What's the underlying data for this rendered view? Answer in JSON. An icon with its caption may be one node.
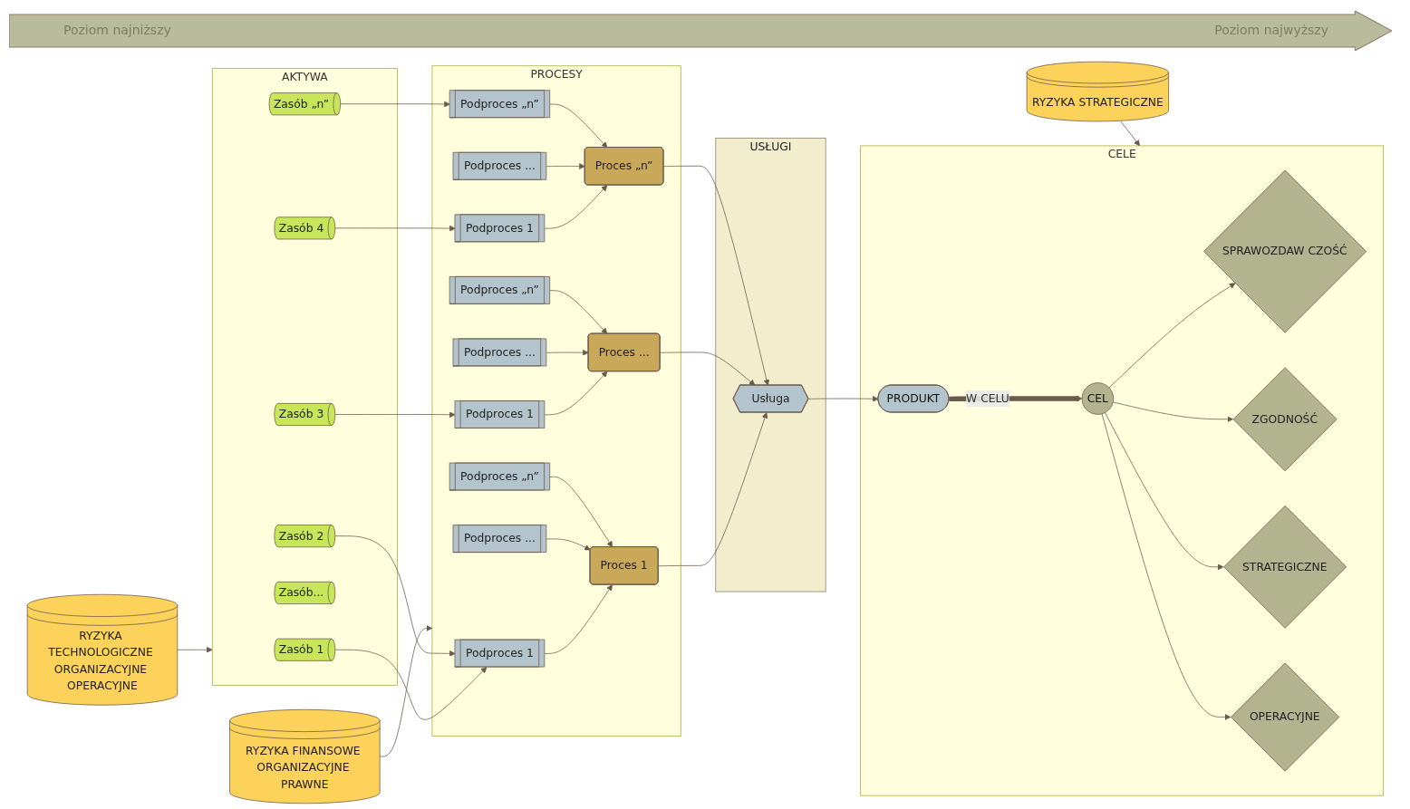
{
  "diagram": {
    "nodes": [
      {
        "text": [
          "AKTYWA"
        ]
      },
      {
        "text": [
          "Zasób 1"
        ],
        "in": 0
      },
      {
        "text": [
          "Zasób 2"
        ],
        "in": 0
      },
      {
        "text": [
          "Zasób 3"
        ],
        "in": 0
      },
      {
        "text": [
          "Zasób 4"
        ],
        "in": 0
      },
      {
        "text": [
          "Zasób..."
        ],
        "in": 0
      },
      {
        "text": [
          "Zasób „n”"
        ],
        "in": 0
      },
      {
        "text": [
          "PROCESY"
        ]
      },
      {
        "text": [
          "Podproces 1"
        ],
        "in": 7
      },
      {
        "text": [
          "Podproces ..."
        ],
        "in": 7
      },
      {
        "text": [
          "Podproces „n”"
        ],
        "in": 7
      },
      {
        "text": [
          "Proces 1"
        ],
        "in": 7
      },
      {
        "text": [
          "Podproces 1"
        ],
        "in": 7
      },
      {
        "text": [
          "Podproces ..."
        ],
        "in": 7
      },
      {
        "text": [
          "Podproces „n”"
        ],
        "in": 7
      },
      {
        "text": [
          "Proces ..."
        ],
        "in": 7
      },
      {
        "text": [
          "Podproces 1"
        ],
        "in": 7
      },
      {
        "text": [
          "Podproces ..."
        ],
        "in": 7
      },
      {
        "text": [
          "Podproces „n”"
        ],
        "in": 7
      },
      {
        "text": [
          "Proces „n”"
        ],
        "in": 7
      },
      {
        "text": [
          "USŁUGI"
        ]
      },
      {
        "text": [
          "Usługa"
        ],
        "in": 20
      },
      {
        "text": [
          "CELE"
        ]
      },
      {
        "text": [
          "SPRAWOZDAW CZOŚĆ"
        ],
        "in": 22
      },
      {
        "text": [
          "ZGODNOŚĆ"
        ],
        "in": 22
      },
      {
        "text": [
          "PRODUKT"
        ],
        "in": 22
      },
      {
        "text": [
          "CEL"
        ],
        "in": 22
      },
      {
        "text": [
          "STRATEGICZNE"
        ],
        "in": 22
      },
      {
        "text": [
          "OPERACYJNE"
        ],
        "in": 22
      },
      {
        "text": [
          "RYZYKA TECHNOLOGICZNE ORGANIZACYJNE OPERACYJNE"
        ]
      },
      {
        "text": [
          "RYZYKA FINANSOWE ORGANIZACYJNE PRAWNE"
        ]
      },
      {
        "text": [
          "RYZYKA STRATEGICZNE"
        ]
      }
    ],
    "edges": [
      {
        "from": 1,
        "to": 8,
        "arrow": "to"
      },
      {
        "from": 2,
        "to": 8,
        "arrow": "to"
      },
      {
        "from": 3,
        "to": 12,
        "arrow": "to"
      },
      {
        "from": 4,
        "to": 16,
        "arrow": "to"
      },
      {
        "from": 6,
        "to": 18,
        "arrow": "to"
      },
      {
        "from": 8,
        "to": 11,
        "arrow": "to"
      },
      {
        "from": 9,
        "to": 11,
        "arrow": "to"
      },
      {
        "from": 10,
        "to": 11,
        "arrow": "to"
      },
      {
        "from": 12,
        "to": 15,
        "arrow": "to"
      },
      {
        "from": 13,
        "to": 15,
        "arrow": "to"
      },
      {
        "from": 14,
        "to": 15,
        "arrow": "to"
      },
      {
        "from": 16,
        "to": 19,
        "arrow": "to"
      },
      {
        "from": 17,
        "to": 19,
        "arrow": "to"
      },
      {
        "from": 18,
        "to": 19,
        "arrow": "to"
      },
      {
        "from": 11,
        "to": 21,
        "arrow": "to"
      },
      {
        "from": 15,
        "to": 21,
        "arrow": "to"
      },
      {
        "from": 19,
        "to": 21,
        "arrow": "to"
      },
      {
        "from": 21,
        "to": 25,
        "arrow": "to"
      },
      {
        "from": 25,
        "to": 26,
        "arrow": "to",
        "label": "W CELU",
        "style": "thick"
      },
      {
        "from": 26,
        "to": 23,
        "arrow": "to"
      },
      {
        "from": 26,
        "to": 24,
        "arrow": "to"
      },
      {
        "from": 26,
        "to": 27,
        "arrow": "to"
      },
      {
        "from": 26,
        "to": 28,
        "arrow": "to"
      },
      {
        "from": 29,
        "to": 0,
        "arrow": "to"
      },
      {
        "from": 30,
        "to": 7,
        "arrow": "to"
      },
      {
        "from": 31,
        "to": 22,
        "arrow": "to"
      }
    ],
    "labels": [
      "Poziom najniższy",
      "Poziom najwyższy"
    ]
  }
}
